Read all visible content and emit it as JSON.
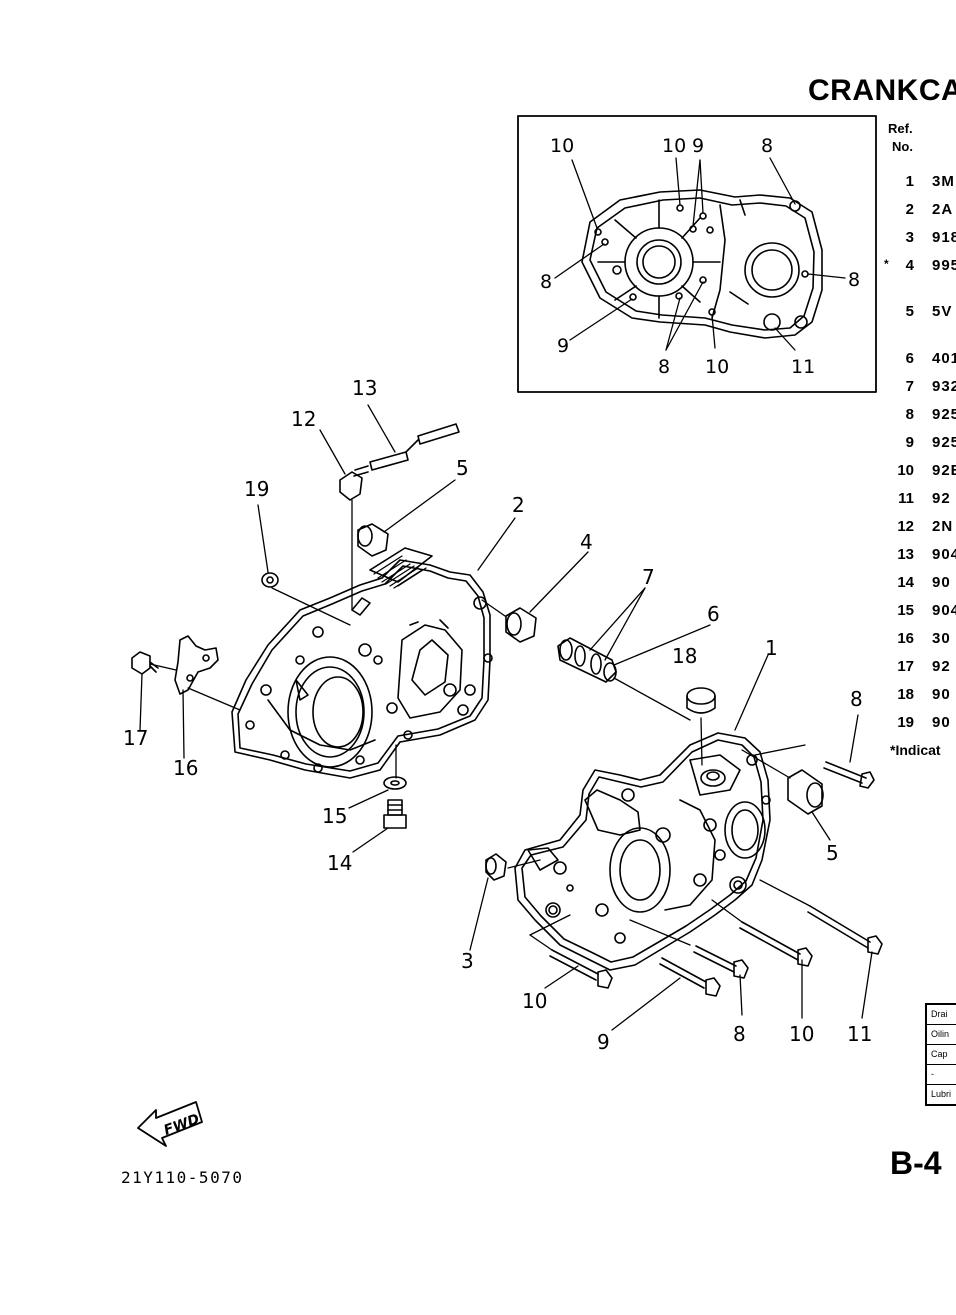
{
  "title": "CRANKCA",
  "ref_header": {
    "line1": "Ref.",
    "line2": "No."
  },
  "ref_rows": [
    {
      "star": "",
      "num": "1",
      "part": "3M"
    },
    {
      "star": "",
      "num": "2",
      "part": "2A"
    },
    {
      "star": "",
      "num": "3",
      "part": "918"
    },
    {
      "star": "*",
      "num": "4",
      "part": "995"
    },
    {
      "star": "",
      "num": "5",
      "part": "5V"
    },
    {
      "star": "",
      "num": "6",
      "part": "401"
    },
    {
      "star": "",
      "num": "7",
      "part": "932"
    },
    {
      "star": "",
      "num": "8",
      "part": "925"
    },
    {
      "star": "",
      "num": "9",
      "part": "925"
    },
    {
      "star": "",
      "num": "10",
      "part": "92E"
    },
    {
      "star": "",
      "num": "11",
      "part": "92"
    },
    {
      "star": "",
      "num": "12",
      "part": "2N"
    },
    {
      "star": "",
      "num": "13",
      "part": "904"
    },
    {
      "star": "",
      "num": "14",
      "part": "90"
    },
    {
      "star": "",
      "num": "15",
      "part": "904"
    },
    {
      "star": "",
      "num": "16",
      "part": "30"
    },
    {
      "star": "",
      "num": "17",
      "part": "92"
    },
    {
      "star": "",
      "num": "18",
      "part": "90"
    },
    {
      "star": "",
      "num": "19",
      "part": "90"
    }
  ],
  "note": "*Indicat",
  "legend": [
    "Drai",
    "Oilin",
    "Cap",
    "-",
    "Lubri"
  ],
  "page_number": "B-4",
  "drawing_number": "21Y110-5070",
  "fwd_label": "FWD",
  "inset_callouts": [
    "10",
    "10",
    "9",
    "8",
    "8",
    "8",
    "9",
    "8",
    "10",
    "11"
  ],
  "callouts": [
    "13",
    "12",
    "5",
    "19",
    "2",
    "4",
    "7",
    "6",
    "18",
    "1",
    "8",
    "17",
    "16",
    "15",
    "14",
    "5",
    "3",
    "10",
    "9",
    "8",
    "10",
    "11"
  ]
}
